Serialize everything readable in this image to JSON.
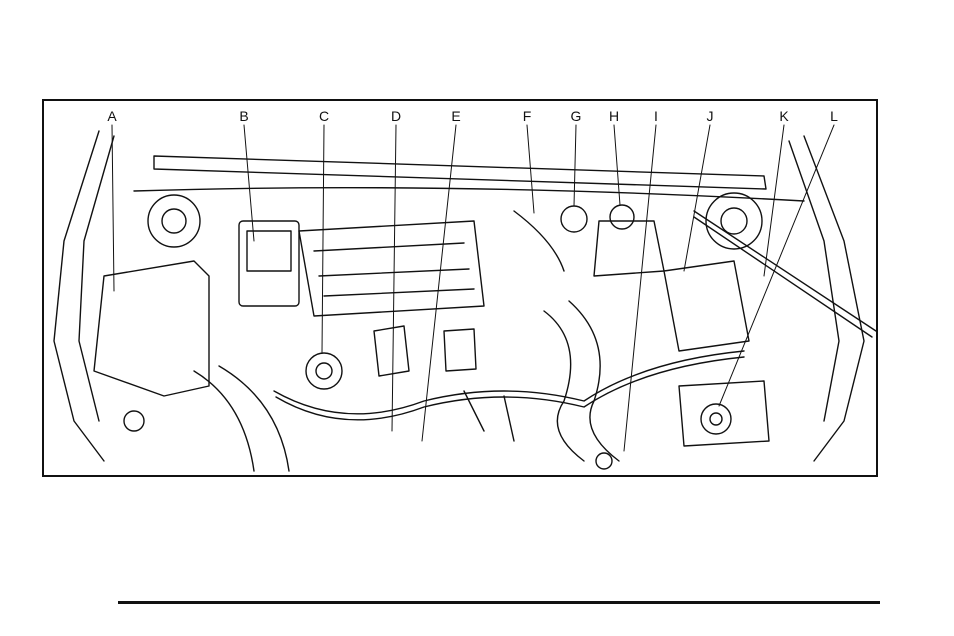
{
  "figure": {
    "labels": [
      "A",
      "B",
      "C",
      "D",
      "E",
      "F",
      "G",
      "H",
      "I",
      "J",
      "K",
      "L"
    ]
  },
  "colors": {
    "ink": "#111111",
    "paper": "#ffffff"
  }
}
